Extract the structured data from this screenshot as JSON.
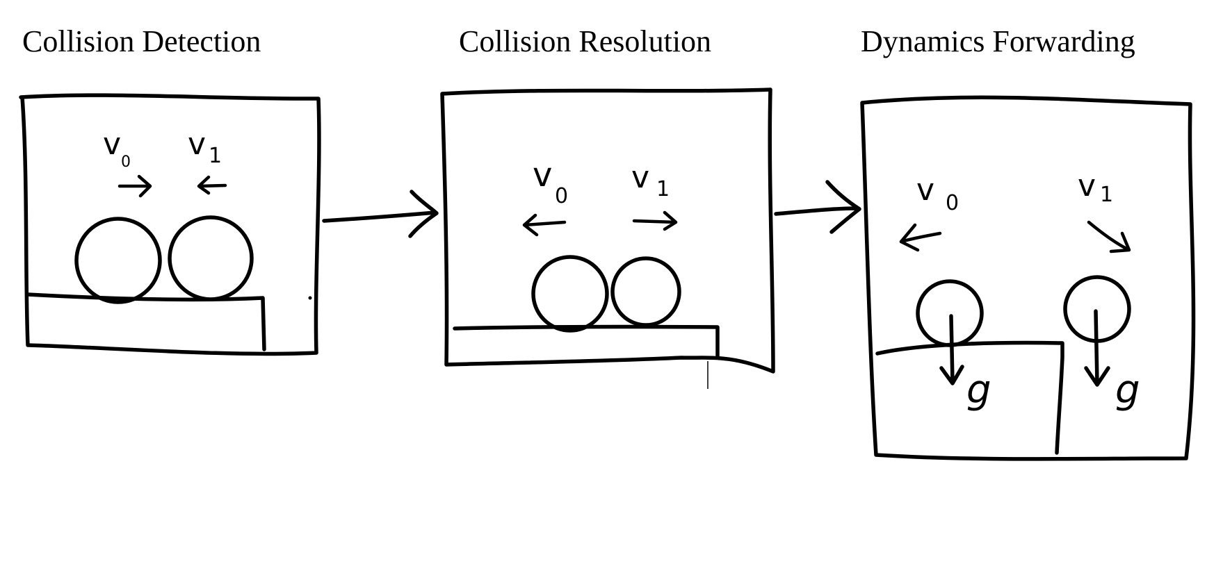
{
  "panels": [
    {
      "title": "Collision Detection",
      "v0_label": "v",
      "v0_sub": "0",
      "v1_label": "v",
      "v1_sub": "1"
    },
    {
      "title": "Collision Resolution",
      "v0_label": "v",
      "v0_sub": "0",
      "v1_label": "v",
      "v1_sub": "1"
    },
    {
      "title": "Dynamics Forwarding",
      "v0_label": "v",
      "v0_sub": "0",
      "v1_label": "v",
      "v1_sub": "1",
      "gravity_left": "g",
      "gravity_right": "g"
    }
  ]
}
